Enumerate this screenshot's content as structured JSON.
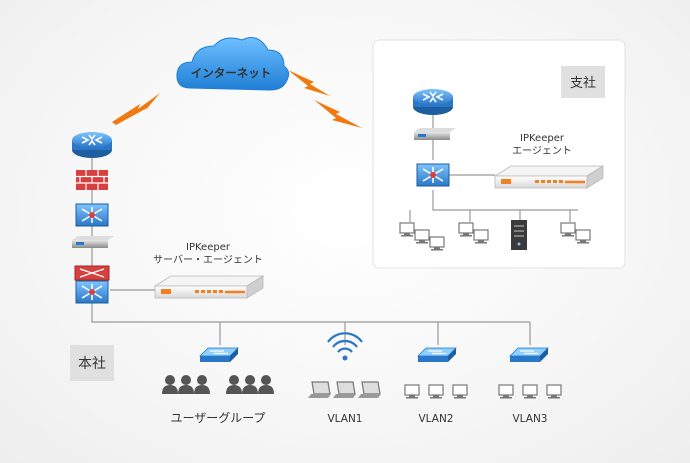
{
  "cloud": {
    "label": "インターネット"
  },
  "branch": {
    "label": "支社"
  },
  "headquarters": {
    "label": "本社"
  },
  "server_agent": {
    "line1": "IPKeeper",
    "line2": "サーバー・エージェント"
  },
  "branch_agent": {
    "line1": "IPKeeper",
    "line2": "エージェント"
  },
  "groups": [
    {
      "label": "ユーザーグループ"
    },
    {
      "label": "VLAN1"
    },
    {
      "label": "VLAN2"
    },
    {
      "label": "VLAN3"
    }
  ],
  "colors": {
    "cloud": "#2b8fe0",
    "router": "#3a88d6",
    "lightning": "#f07a10",
    "firewall": "#d84040",
    "appliance": "#f08020",
    "line": "#999999"
  }
}
